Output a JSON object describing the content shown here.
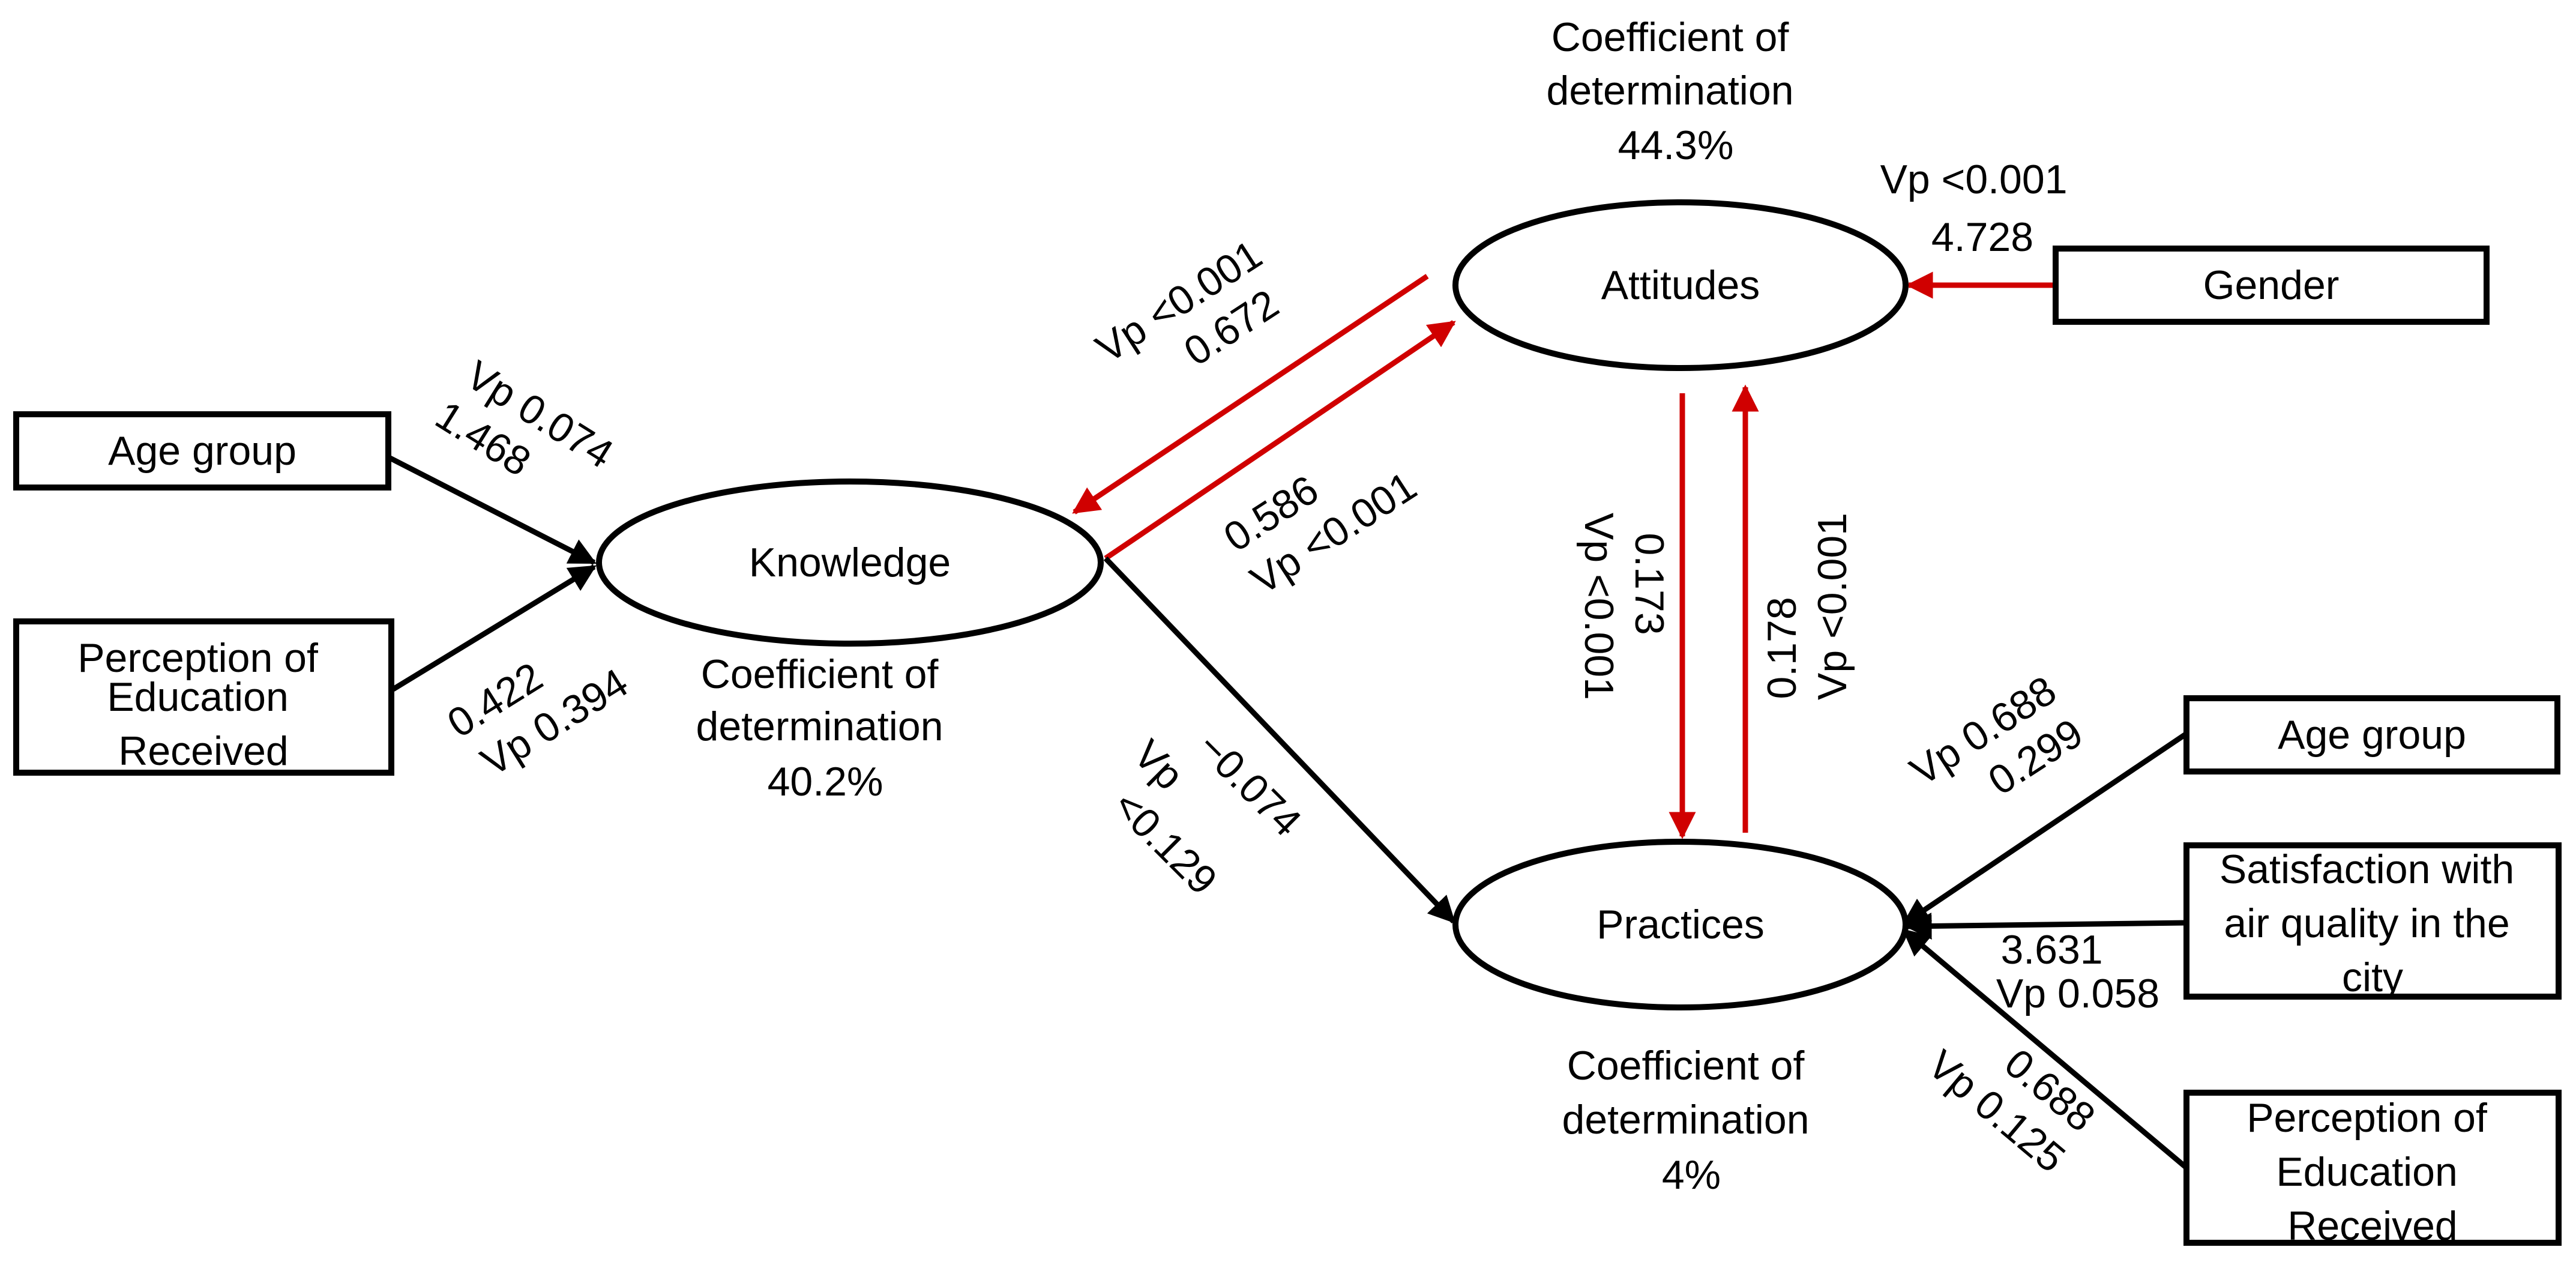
{
  "colors": {
    "black_edge": "#000000",
    "red_edge": "#d00000",
    "background": "#ffffff"
  },
  "nodes": {
    "knowledge": {
      "label": "Knowledge",
      "r2": [
        "Coefficient of",
        "determination",
        "40.2%"
      ]
    },
    "attitudes": {
      "label": "Attitudes",
      "r2": [
        "Coefficient of",
        "determination",
        "44.3%"
      ]
    },
    "practices": {
      "label": "Practices",
      "r2": [
        "Coefficient of",
        "determination",
        "4%"
      ]
    },
    "age_group_left": {
      "label": "Age group"
    },
    "perception_left": {
      "label": [
        "Perception of",
        "Education",
        "Received"
      ]
    },
    "gender": {
      "label": "Gender"
    },
    "age_group_right": {
      "label": "Age group"
    },
    "satisfaction": {
      "label": [
        "Satisfaction with",
        "air quality in the",
        "city"
      ]
    },
    "perception_right": {
      "label": [
        "Perception of",
        "Education",
        "Received"
      ]
    }
  },
  "edges": {
    "age_to_knowledge": [
      "Vp 0.074",
      "1.468"
    ],
    "perception_to_knowledge": [
      "0.422",
      "Vp 0.394"
    ],
    "attitudes_to_knowledge": [
      "Vp <0.001",
      "0.672"
    ],
    "knowledge_to_attitudes": [
      "0.586",
      "Vp <0.001"
    ],
    "gender_to_attitudes": [
      "Vp <0.001",
      "4.728"
    ],
    "attitudes_to_practices": [
      "0.173",
      "Vp <0.001"
    ],
    "practices_to_attitudes": [
      "0.178",
      "Vp <0.001"
    ],
    "knowledge_to_practices": [
      "−0.074",
      "Vp",
      "<0.129"
    ],
    "age_to_practices": [
      "Vp 0.688",
      "0.299"
    ],
    "satisfaction_to_practices": [
      "3.631",
      "Vp 0.058"
    ],
    "perception_to_practices": [
      "0.688",
      "Vp 0.125"
    ]
  }
}
